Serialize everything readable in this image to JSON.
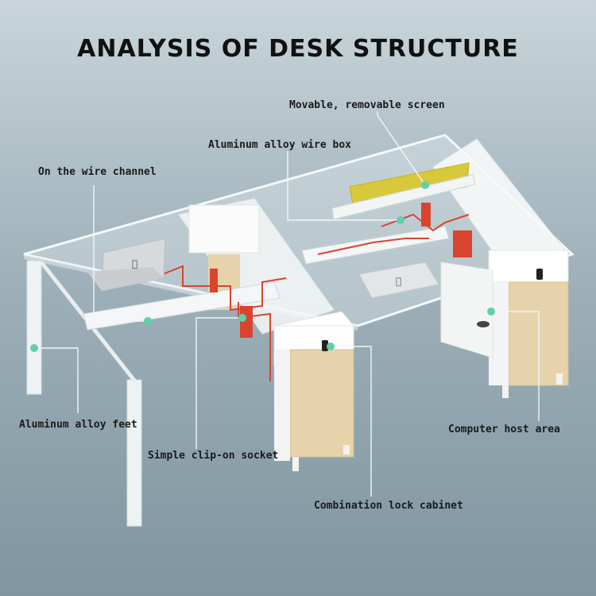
{
  "title": "ANALYSIS OF DESK STRUCTURE",
  "callouts": {
    "screen": "Movable, removable screen",
    "wire_box": "Aluminum alloy wire box",
    "wire_channel": "On the wire channel",
    "feet": "Aluminum alloy feet",
    "socket": "Simple clip-on socket",
    "lock_cabinet": "Combination lock cabinet",
    "host_area": "Computer host area"
  },
  "colors": {
    "leader_line": "#f2f5f6",
    "marker": "#5fd0a9",
    "cable": "#d9442e",
    "screen_panel": "#d8c93a",
    "wood": "#e6d3ac"
  }
}
